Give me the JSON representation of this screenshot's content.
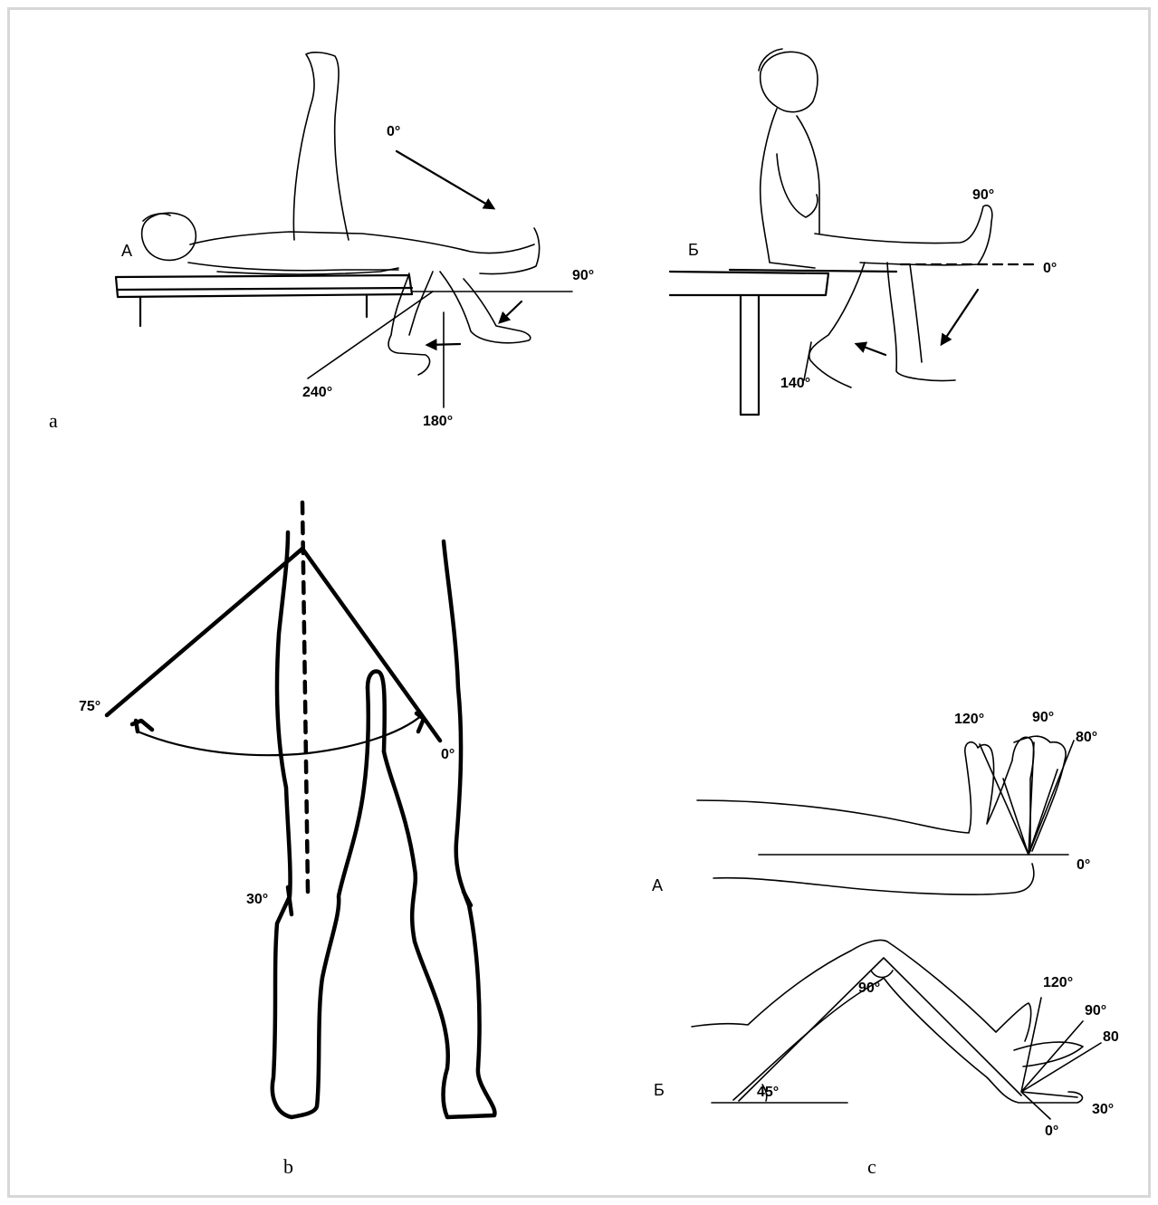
{
  "panels": {
    "a": {
      "label": "a",
      "left_sub": {
        "letter": "А",
        "angles": {
          "up": "0°",
          "horizontal": "90°",
          "down": "180°",
          "back": "240°"
        }
      },
      "right_sub": {
        "letter": "Б",
        "angles": {
          "up": "90°",
          "horizontal": "0°",
          "back": "140°"
        }
      }
    },
    "b": {
      "label": "b",
      "angles": {
        "left": "75°",
        "right": "0°",
        "knee": "30°"
      }
    },
    "c": {
      "label": "c",
      "top_sub": {
        "letter": "А",
        "angles": {
          "a120": "120°",
          "a90": "90°",
          "a80": "80°",
          "a0": "0°"
        }
      },
      "bottom_sub": {
        "letter": "Б",
        "angles": {
          "knee": "90°",
          "hip": "45°",
          "a120": "120°",
          "a90": "90°",
          "a80": "80",
          "a30": "30°",
          "a0": "0°"
        }
      }
    }
  }
}
